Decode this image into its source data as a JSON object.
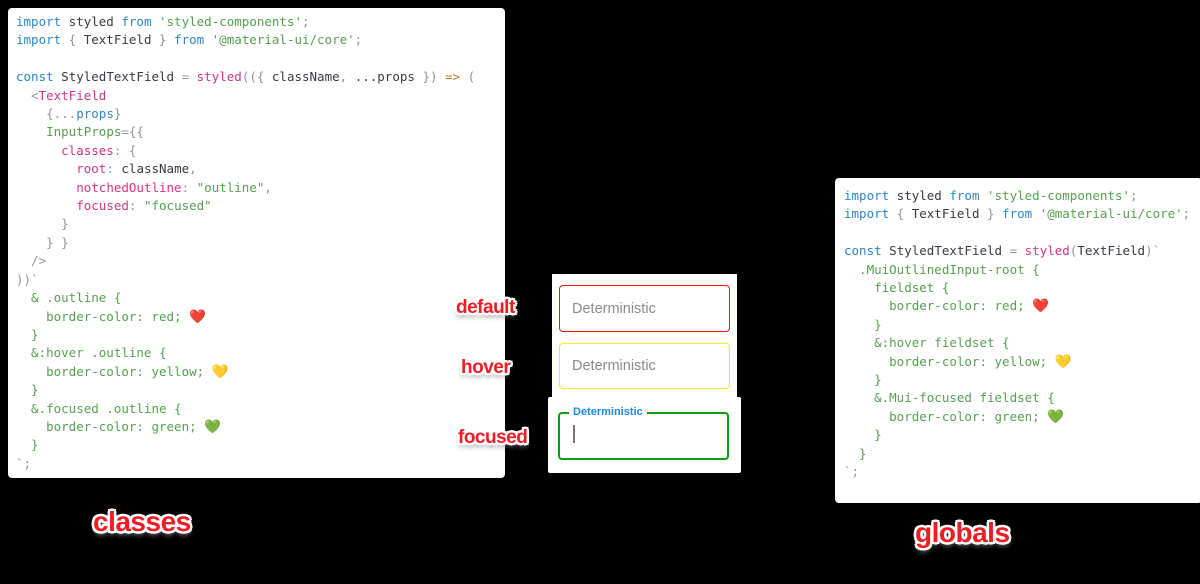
{
  "annotations": {
    "default": "default",
    "hover": "hover",
    "focused": "focused",
    "classes": "classes",
    "globals": "globals"
  },
  "colors": {
    "background": "#000000",
    "panel_bg": "#ffffff",
    "label_red": "#ee1c23",
    "border_default": "#f31414",
    "border_hover": "#ffe81a",
    "border_focused": "#0f9b0f",
    "mui_label_blue": "#1e88e5",
    "placeholder_gray": "#8a8a8a",
    "code_keyword_blue": "#2b86c9",
    "code_string_green": "#55a14f",
    "code_key_pink": "#d33682",
    "code_arrow_orange": "#b8762e",
    "code_punct_gray": "#8f949c",
    "code_text_dark": "#383a42"
  },
  "textfields": {
    "default": {
      "placeholder": "Deterministic"
    },
    "hover": {
      "placeholder": "Deterministic"
    },
    "focused": {
      "label": "Deterministic",
      "value": ""
    }
  },
  "code_classes": {
    "lines": [
      [
        [
          "b",
          "import"
        ],
        [
          "d",
          " styled "
        ],
        [
          "b",
          "from"
        ],
        [
          "g",
          " 'styled-components'"
        ],
        [
          "y",
          ";"
        ]
      ],
      [
        [
          "b",
          "import"
        ],
        [
          "y",
          " { "
        ],
        [
          "d",
          "TextField"
        ],
        [
          "y",
          " } "
        ],
        [
          "b",
          "from"
        ],
        [
          "g",
          " '@material-ui/core'"
        ],
        [
          "y",
          ";"
        ]
      ],
      [],
      [
        [
          "b",
          "const"
        ],
        [
          "d",
          " StyledTextField "
        ],
        [
          "y",
          "= "
        ],
        [
          "p",
          "styled"
        ],
        [
          "y",
          "(({ "
        ],
        [
          "d",
          "className"
        ],
        [
          "y",
          ", "
        ],
        [
          "d",
          "...props"
        ],
        [
          "y",
          " }) "
        ],
        [
          "o",
          "=>"
        ],
        [
          "y",
          " ("
        ]
      ],
      [
        [
          "y",
          "  <"
        ],
        [
          "p",
          "TextField"
        ]
      ],
      [
        [
          "y",
          "    {..."
        ],
        [
          "b",
          "props"
        ],
        [
          "y",
          "}"
        ]
      ],
      [
        [
          "y",
          "    "
        ],
        [
          "g",
          "InputProps"
        ],
        [
          "y",
          "={{"
        ]
      ],
      [
        [
          "y",
          "      "
        ],
        [
          "p",
          "classes"
        ],
        [
          "y",
          ": {"
        ]
      ],
      [
        [
          "y",
          "        "
        ],
        [
          "p",
          "root"
        ],
        [
          "y",
          ": "
        ],
        [
          "d",
          "className"
        ],
        [
          "y",
          ","
        ]
      ],
      [
        [
          "y",
          "        "
        ],
        [
          "p",
          "notchedOutline"
        ],
        [
          "y",
          ": "
        ],
        [
          "g",
          "\"outline\""
        ],
        [
          "y",
          ","
        ]
      ],
      [
        [
          "y",
          "        "
        ],
        [
          "p",
          "focused"
        ],
        [
          "y",
          ": "
        ],
        [
          "g",
          "\"focused\""
        ]
      ],
      [
        [
          "y",
          "      }"
        ]
      ],
      [
        [
          "y",
          "    } }"
        ]
      ],
      [
        [
          "y",
          "  />"
        ]
      ],
      [
        [
          "y",
          "))`"
        ]
      ],
      [
        [
          "g",
          "  & .outline {"
        ]
      ],
      [
        [
          "g",
          "    border-color: red; "
        ],
        [
          "e",
          "❤️"
        ]
      ],
      [
        [
          "g",
          "  }"
        ]
      ],
      [
        [
          "g",
          "  &:hover .outline {"
        ]
      ],
      [
        [
          "g",
          "    border-color: yellow; "
        ],
        [
          "e",
          "💛"
        ]
      ],
      [
        [
          "g",
          "  }"
        ]
      ],
      [
        [
          "g",
          "  &.focused .outline {"
        ]
      ],
      [
        [
          "g",
          "    border-color: green; "
        ],
        [
          "e",
          "💚"
        ]
      ],
      [
        [
          "g",
          "  }"
        ]
      ],
      [
        [
          "y",
          "`;"
        ]
      ]
    ]
  },
  "code_globals": {
    "lines": [
      [
        [
          "b",
          "import"
        ],
        [
          "d",
          " styled "
        ],
        [
          "b",
          "from"
        ],
        [
          "g",
          " 'styled-components'"
        ],
        [
          "y",
          ";"
        ]
      ],
      [
        [
          "b",
          "import"
        ],
        [
          "y",
          " { "
        ],
        [
          "d",
          "TextField"
        ],
        [
          "y",
          " } "
        ],
        [
          "b",
          "from"
        ],
        [
          "g",
          " '@material-ui/core'"
        ],
        [
          "y",
          ";"
        ]
      ],
      [],
      [
        [
          "b",
          "const"
        ],
        [
          "d",
          " StyledTextField "
        ],
        [
          "y",
          "= "
        ],
        [
          "p",
          "styled"
        ],
        [
          "y",
          "("
        ],
        [
          "d",
          "TextField"
        ],
        [
          "y",
          ")`"
        ]
      ],
      [
        [
          "g",
          "  .MuiOutlinedInput-root {"
        ]
      ],
      [
        [
          "g",
          "    fieldset {"
        ]
      ],
      [
        [
          "g",
          "      border-color: red; "
        ],
        [
          "e",
          "❤️"
        ]
      ],
      [
        [
          "g",
          "    }"
        ]
      ],
      [
        [
          "g",
          "    &:hover fieldset {"
        ]
      ],
      [
        [
          "g",
          "      border-color: yellow; "
        ],
        [
          "e",
          "💛"
        ]
      ],
      [
        [
          "g",
          "    }"
        ]
      ],
      [
        [
          "g",
          "    &.Mui-focused fieldset {"
        ]
      ],
      [
        [
          "g",
          "      border-color: green; "
        ],
        [
          "e",
          "💚"
        ]
      ],
      [
        [
          "g",
          "    }"
        ]
      ],
      [
        [
          "g",
          "  }"
        ]
      ],
      [
        [
          "y",
          "`;"
        ]
      ]
    ]
  }
}
